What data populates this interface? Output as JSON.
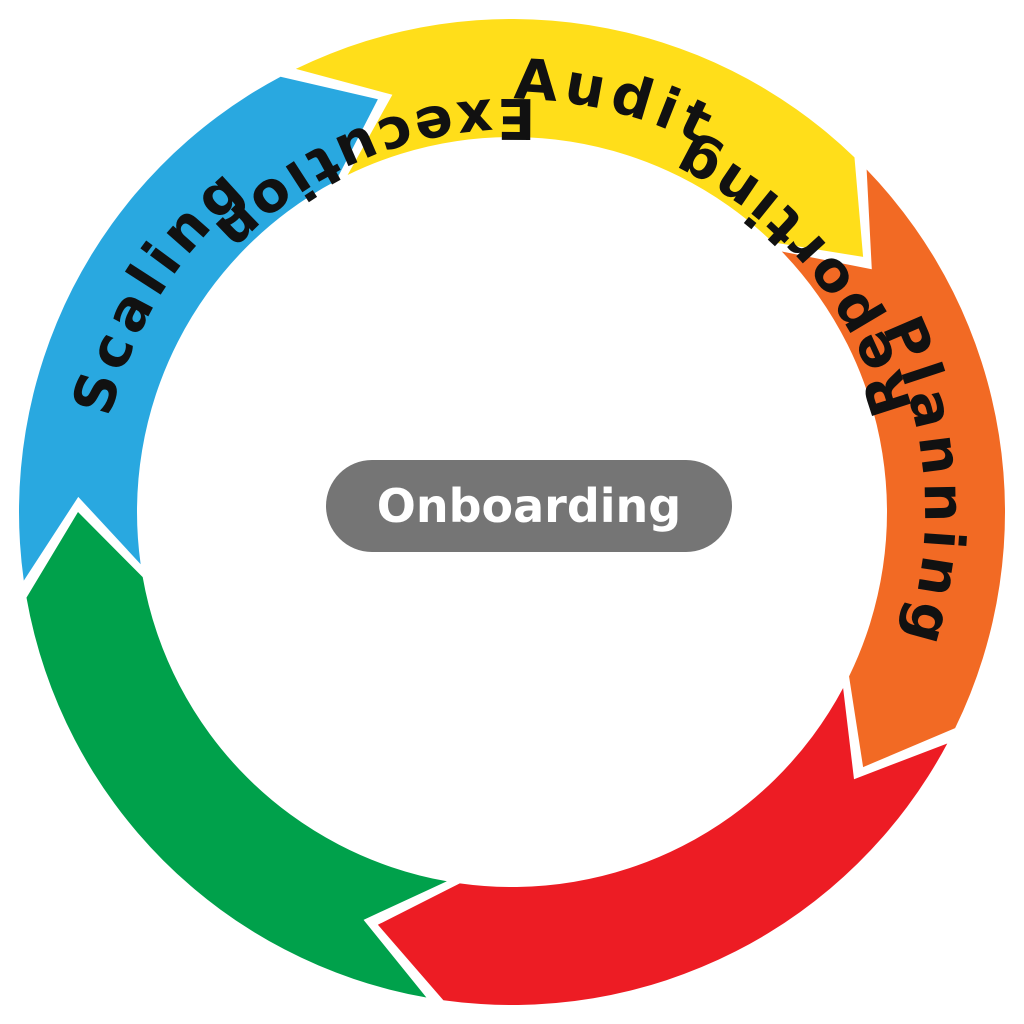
{
  "diagram": {
    "center_label": "Onboarding",
    "center_color": "#757575",
    "stages": [
      {
        "label": "Audit",
        "color": "#FFDE1A"
      },
      {
        "label": "Planning",
        "color": "#F26A24"
      },
      {
        "label": "Execution",
        "color": "#ED1C24"
      },
      {
        "label": "Reporting",
        "color": "#00A14B"
      },
      {
        "label": "Scaling",
        "color": "#29A8E0"
      }
    ]
  }
}
